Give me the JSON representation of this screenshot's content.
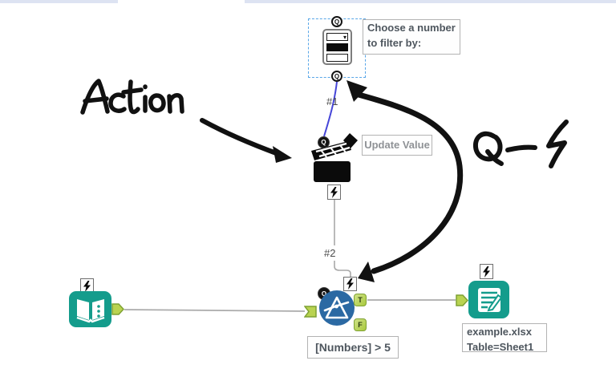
{
  "browser_strip": {
    "color": "#dde3f2"
  },
  "workflow": {
    "interface_tool": {
      "name": "drop-down-interface-tool",
      "top_anchor_letter": "Q",
      "bottom_anchor_letter": "Q",
      "annotation_line1": "Choose a number",
      "annotation_line2": "to filter by:"
    },
    "action_tool": {
      "q_anchor_letter": "Q",
      "annotation": "Update Value"
    },
    "filter_tool": {
      "q_anchor_letter": "Q",
      "true_anchor_letter": "T",
      "false_anchor_letter": "F",
      "annotation": "[Numbers] > 5"
    },
    "output_tool": {
      "annotation_line1": "example.xlsx",
      "annotation_line2": "Table=Sheet1"
    },
    "connections": {
      "first_label": "#1",
      "second_label": "#2"
    }
  },
  "ink": {
    "action_label": "Action",
    "qs_label": "Q—ϟ"
  },
  "icons": {
    "dropdown_caret": "▾",
    "lightning_anchor": "lightning-bolt",
    "input_tool": "open-book",
    "output_tool": "document-with-pen",
    "action_tool": "clapperboard",
    "filter_tool": "filter-funnel"
  },
  "colors": {
    "tool_teal": "#149c8c",
    "filter_blue": "#2b69a3",
    "anchor_green": "#a9c93e",
    "interface_wire_blue": "#4646d8",
    "wire_gray": "#ababab",
    "selection_dash_blue": "#58a6e8",
    "ink_black": "#111111",
    "strip_lavender": "#dde3f2"
  }
}
